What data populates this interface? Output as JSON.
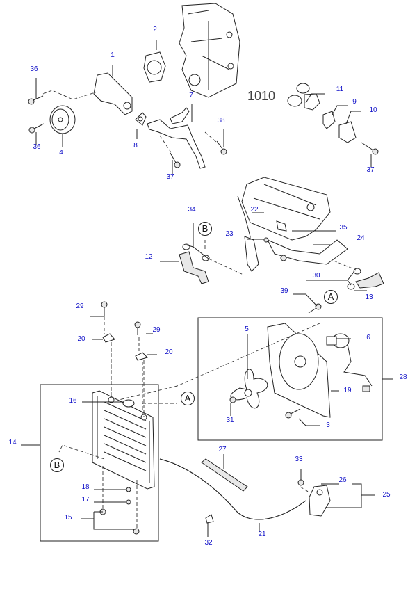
{
  "title": "Engine cooling system exploded parts diagram",
  "reference_label": "1010",
  "connector_markers": [
    {
      "id": "marker-a-radiator",
      "label": "A"
    },
    {
      "id": "marker-a-engine",
      "label": "A"
    },
    {
      "id": "marker-b-hose",
      "label": "B"
    },
    {
      "id": "marker-b-radiator",
      "label": "B"
    }
  ],
  "callouts": [
    {
      "id": "1",
      "label": "1"
    },
    {
      "id": "2",
      "label": "2"
    },
    {
      "id": "3",
      "label": "3"
    },
    {
      "id": "4",
      "label": "4"
    },
    {
      "id": "5",
      "label": "5"
    },
    {
      "id": "6",
      "label": "6"
    },
    {
      "id": "7",
      "label": "7"
    },
    {
      "id": "8",
      "label": "8"
    },
    {
      "id": "9",
      "label": "9"
    },
    {
      "id": "10",
      "label": "10"
    },
    {
      "id": "11",
      "label": "11"
    },
    {
      "id": "12",
      "label": "12"
    },
    {
      "id": "13",
      "label": "13"
    },
    {
      "id": "14",
      "label": "14"
    },
    {
      "id": "15",
      "label": "15"
    },
    {
      "id": "16",
      "label": "16"
    },
    {
      "id": "17",
      "label": "17"
    },
    {
      "id": "18",
      "label": "18"
    },
    {
      "id": "19",
      "label": "19"
    },
    {
      "id": "20a",
      "label": "20"
    },
    {
      "id": "20b",
      "label": "20"
    },
    {
      "id": "21",
      "label": "21"
    },
    {
      "id": "22",
      "label": "22"
    },
    {
      "id": "23",
      "label": "23"
    },
    {
      "id": "24",
      "label": "24"
    },
    {
      "id": "25",
      "label": "25"
    },
    {
      "id": "26",
      "label": "26"
    },
    {
      "id": "27",
      "label": "27"
    },
    {
      "id": "28",
      "label": "28"
    },
    {
      "id": "29a",
      "label": "29"
    },
    {
      "id": "29b",
      "label": "29"
    },
    {
      "id": "30",
      "label": "30"
    },
    {
      "id": "31",
      "label": "31"
    },
    {
      "id": "32",
      "label": "32"
    },
    {
      "id": "33",
      "label": "33"
    },
    {
      "id": "34",
      "label": "34"
    },
    {
      "id": "35",
      "label": "35"
    },
    {
      "id": "36a",
      "label": "36"
    },
    {
      "id": "36b",
      "label": "36"
    },
    {
      "id": "37a",
      "label": "37"
    },
    {
      "id": "37b",
      "label": "37"
    },
    {
      "id": "38",
      "label": "38"
    },
    {
      "id": "39",
      "label": "39"
    }
  ],
  "colors": {
    "callout": "#1010c8",
    "line": "#222222",
    "reference": "#404040"
  }
}
